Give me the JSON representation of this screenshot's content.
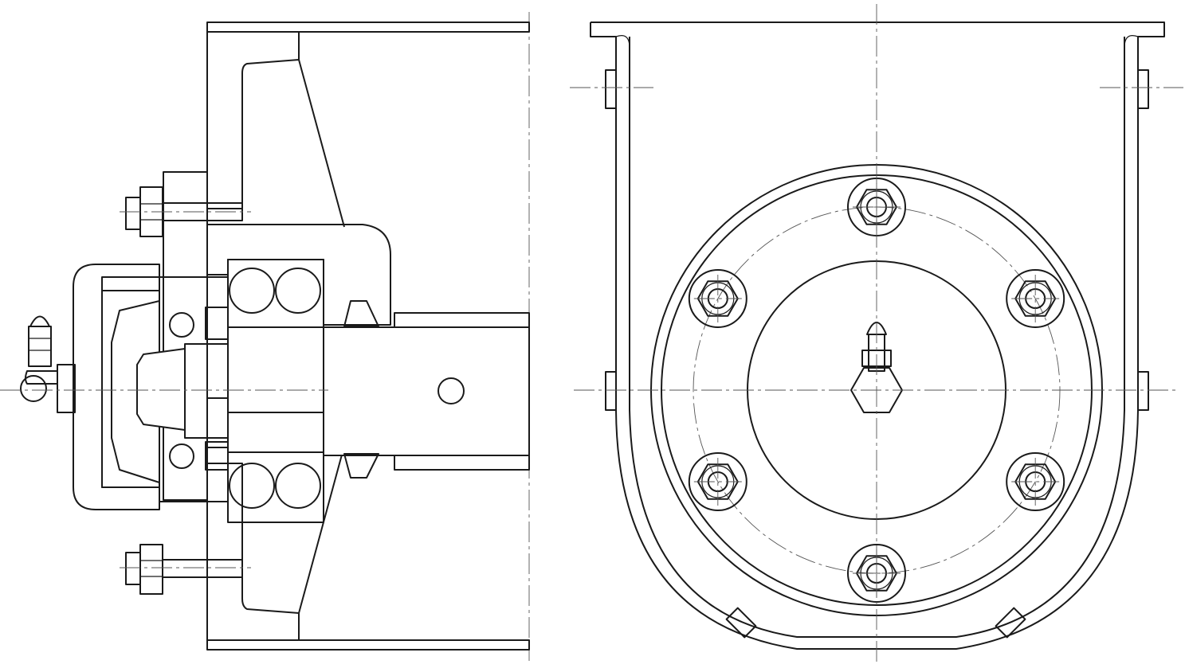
{
  "drawing": {
    "views": [
      "sectional-view",
      "end-view"
    ],
    "bolt_count_end_view": 6,
    "colors": {
      "line": "#1a1a1a",
      "centerline": "#555555",
      "background": "#ffffff"
    }
  }
}
